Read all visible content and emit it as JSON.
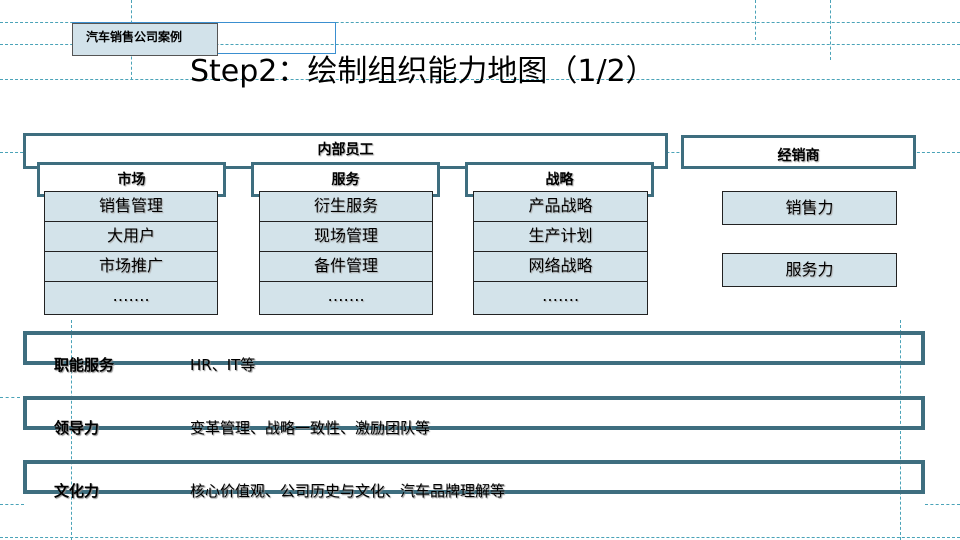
{
  "case_label": "汽车销售公司案例",
  "title": "Step2：绘制组织能力地图（1/2）",
  "internal": {
    "header": "内部员工",
    "groups": [
      {
        "header": "市场",
        "items": [
          "销售管理",
          "大用户",
          "市场推广",
          "……."
        ]
      },
      {
        "header": "服务",
        "items": [
          "衍生服务",
          "现场管理",
          "备件管理",
          "……."
        ]
      },
      {
        "header": "战略",
        "items": [
          "产品战略",
          "生产计划",
          "网络战略",
          "……."
        ]
      }
    ]
  },
  "dealer": {
    "header": "经销商",
    "items": [
      "销售力",
      "服务力"
    ]
  },
  "bands": [
    {
      "label": "职能服务",
      "desc": "HR、IT等"
    },
    {
      "label": "领导力",
      "desc": "变革管理、战略一致性、激励团队等"
    },
    {
      "label": "文化力",
      "desc": "核心价值观、公司历史与文化、汽车品牌理解等"
    }
  ],
  "colors": {
    "frame": "#3e6e7f",
    "cell_fill": "#d3e3ea",
    "guide": "#4aa3b8"
  }
}
